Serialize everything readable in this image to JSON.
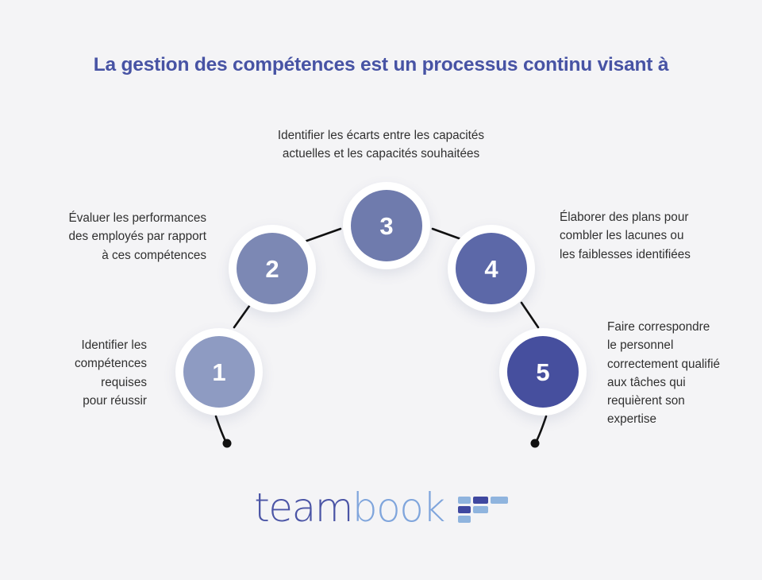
{
  "page": {
    "background_color": "#f4f4f6",
    "title": "La gestion des compétences est un processus continu visant à",
    "title_color": "#4753a4"
  },
  "diagram": {
    "type": "process-arc",
    "connector_color": "#111111",
    "steps": [
      {
        "number": "1",
        "color": "#8e9bc2",
        "label": "Identifier les\ncompétences\nrequises\npour réussir",
        "label_align": "right"
      },
      {
        "number": "2",
        "color": "#7c88b4",
        "label": "Évaluer les performances\ndes employés par rapport\nà ces compétences",
        "label_align": "right"
      },
      {
        "number": "3",
        "color": "#6f7bad",
        "label": "Identifier les écarts entre les capacités\nactuelles et les capacités souhaitées",
        "label_align": "center"
      },
      {
        "number": "4",
        "color": "#5c68a8",
        "label": "Élaborer des plans pour\ncombler les lacunes ou\nles faiblesses identifiées",
        "label_align": "left"
      },
      {
        "number": "5",
        "color": "#464f9e",
        "label": "Faire correspondre\nle personnel\ncorrectement qualifié\naux tâches qui\nrequièrent son\nexpertise",
        "label_align": "left"
      }
    ]
  },
  "logo": {
    "word_primary": "team",
    "word_secondary": "book",
    "primary_color": "#4b55a6",
    "secondary_color": "#7fa5dc",
    "mark_name": "teambook-bars-mark"
  }
}
